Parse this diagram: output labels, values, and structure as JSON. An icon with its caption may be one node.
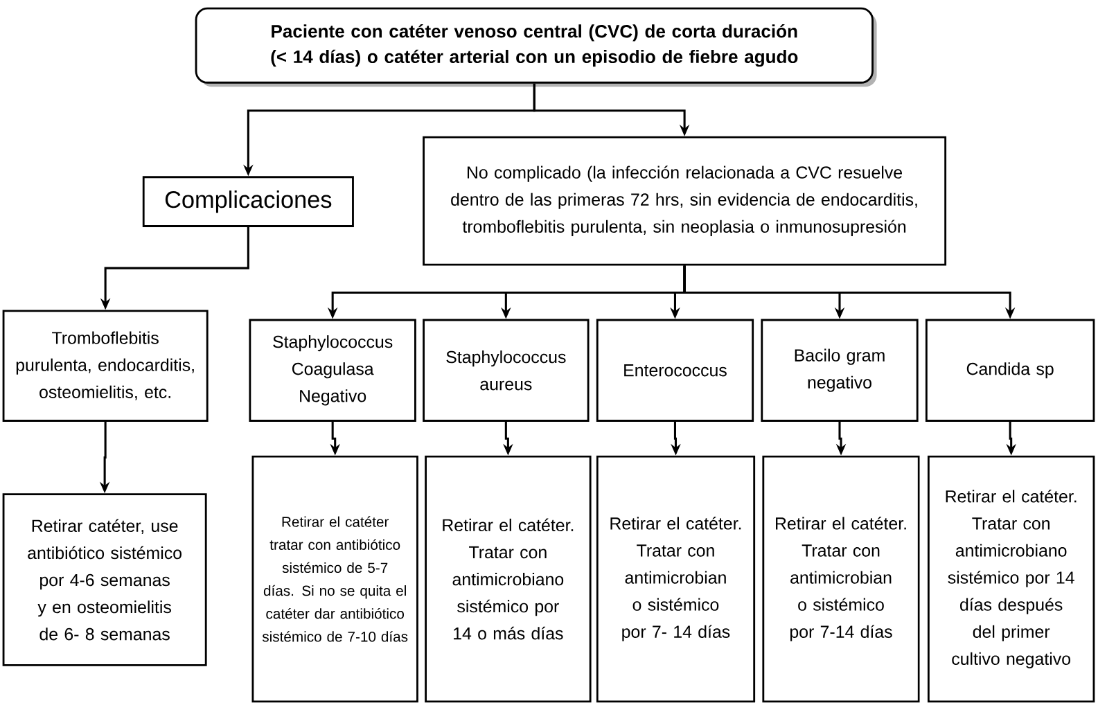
{
  "diagram": {
    "nodes": [
      {
        "text": [
          "Paciente con catéter venoso central (CVC) de corta duración (< 14 días) o catéter arterial con un episodio de fiebre agudo"
        ]
      },
      {
        "text": [
          "Complicaciones"
        ]
      },
      {
        "text": [
          "No complicado (la infección relacionada a CVC resuelve dentro de las primeras 72 hrs, sin evidencia de endocarditis, tromboflebitis purulenta, sin neoplasia o inmunosupresión"
        ]
      },
      {
        "text": [
          "Tromboflebitis purulenta, endocarditis, osteomielitis, etc."
        ]
      },
      {
        "text": [
          "Staphylococcus Coagulasa Negativo"
        ]
      },
      {
        "text": [
          "Staphylococcus aureus"
        ]
      },
      {
        "text": [
          "Enterococcus"
        ]
      },
      {
        "text": [
          "Bacilo gram negativo"
        ]
      },
      {
        "text": [
          "Candida sp"
        ]
      },
      {
        "text": [
          "Retirar catéter, use antibiótico sistémico por 4-6 semanas y en osteomielitis de 6- 8 semanas"
        ]
      },
      {
        "text": [
          "Retirar el catéter tratar con antibiótico sistémico de 5-7 días. Si no se quita el catéter dar antibiótico sistémico de 7-10 días"
        ]
      },
      {
        "text": [
          "Retirar el catéter. Tratar con antimicrobiano sistémico por 14 o más días"
        ]
      },
      {
        "text": [
          "Retirar el catéter. Tratar con antimicrobian o sistémico por 7- 14 días"
        ]
      },
      {
        "text": [
          "Retirar el catéter. Tratar con antimicrobian o sistémico por 7-14 días"
        ]
      },
      {
        "text": [
          "Retirar el catéter. Tratar con antimicrobiano sistémico por 14 días después del primer cultivo negativo"
        ]
      }
    ],
    "edges": [
      {
        "from": 0,
        "to": 1,
        "arrow": "to"
      },
      {
        "from": 0,
        "to": 2,
        "arrow": "to"
      },
      {
        "from": 1,
        "to": 3,
        "arrow": "to"
      },
      {
        "from": 2,
        "to": 4,
        "arrow": "to"
      },
      {
        "from": 2,
        "to": 5,
        "arrow": "to"
      },
      {
        "from": 2,
        "to": 6,
        "arrow": "to"
      },
      {
        "from": 2,
        "to": 7,
        "arrow": "to"
      },
      {
        "from": 2,
        "to": 8,
        "arrow": "to"
      },
      {
        "from": 3,
        "to": 9,
        "arrow": "to"
      },
      {
        "from": 4,
        "to": 10,
        "arrow": "to"
      },
      {
        "from": 5,
        "to": 11,
        "arrow": "to"
      },
      {
        "from": 6,
        "to": 12,
        "arrow": "to"
      },
      {
        "from": 7,
        "to": 13,
        "arrow": "to"
      },
      {
        "from": 8,
        "to": 14,
        "arrow": "to"
      }
    ]
  }
}
